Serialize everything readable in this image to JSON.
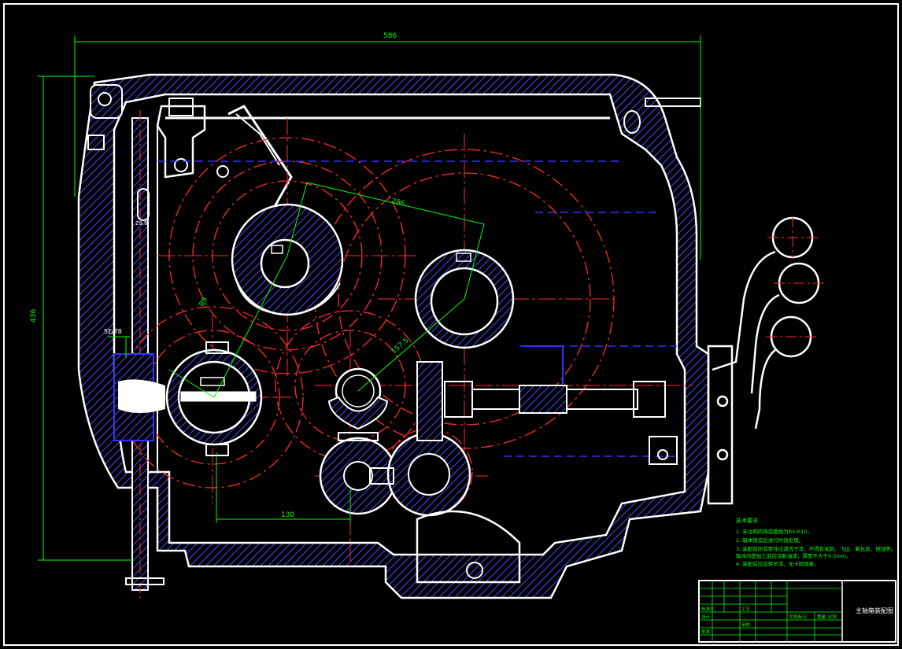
{
  "drawing": {
    "dimensions": {
      "overall_width": "586",
      "overall_height": "436",
      "center_dist_top": "286",
      "center_dist_diag": "157.5",
      "center_dist_left": "89",
      "center_dist_bottom": "130",
      "left_small": "29.8",
      "left_label": "5E/T8"
    },
    "notes": {
      "heading": "技术要求",
      "lines": [
        "1. 未注明的铸造圆角为R5-R10。",
        "2. 箱体铸造后进行时效处理。",
        "3. 装配前所有零件应清洗干净，不得有毛刺、飞边、氧化皮、锈蚀等。",
        "   箱体内壁加工前应涂耐油漆，厚度不大于0.5mm。",
        "4. 装配后应运转灵活，无卡阻现象。"
      ]
    },
    "title_block": {
      "title": "主轴箱装配图",
      "standard": "标准化",
      "process": "工艺",
      "design": "设计",
      "review": "审核",
      "approve": "批准",
      "columns": [
        "阶段标记",
        "重量",
        "比例"
      ]
    },
    "colors": {
      "background": "#000000",
      "outline": "#ffffff",
      "hatch": "#4a4aff",
      "center": "#ff2a2a",
      "dimension": "#00ff00",
      "hidden": "#3333ff"
    }
  }
}
